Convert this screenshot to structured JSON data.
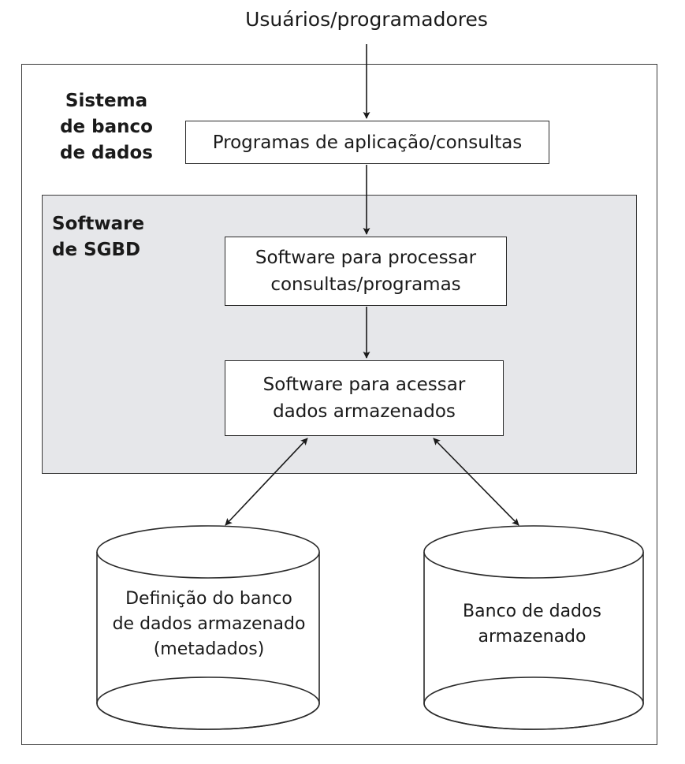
{
  "top_label": "Usuários/programadores",
  "system": {
    "title_lines": [
      "Sistema",
      "de banco",
      "de dados"
    ]
  },
  "app_box": {
    "label": "Programas de aplicação/consultas"
  },
  "sgbd": {
    "title_lines": [
      "Software",
      "de SGBD"
    ],
    "process_box": {
      "lines": [
        "Software para processar",
        "consultas/programas"
      ]
    },
    "access_box": {
      "lines": [
        "Software para acessar",
        "dados armazenados"
      ]
    }
  },
  "storage": {
    "metadata_cylinder": {
      "lines": [
        "Definição do banco",
        "de dados armazenado",
        "(metadados)"
      ]
    },
    "data_cylinder": {
      "lines": [
        "Banco de dados",
        "armazenado"
      ]
    }
  },
  "colors": {
    "sgbd_fill": "#e6e7ea",
    "stroke": "#2a2a2a"
  }
}
